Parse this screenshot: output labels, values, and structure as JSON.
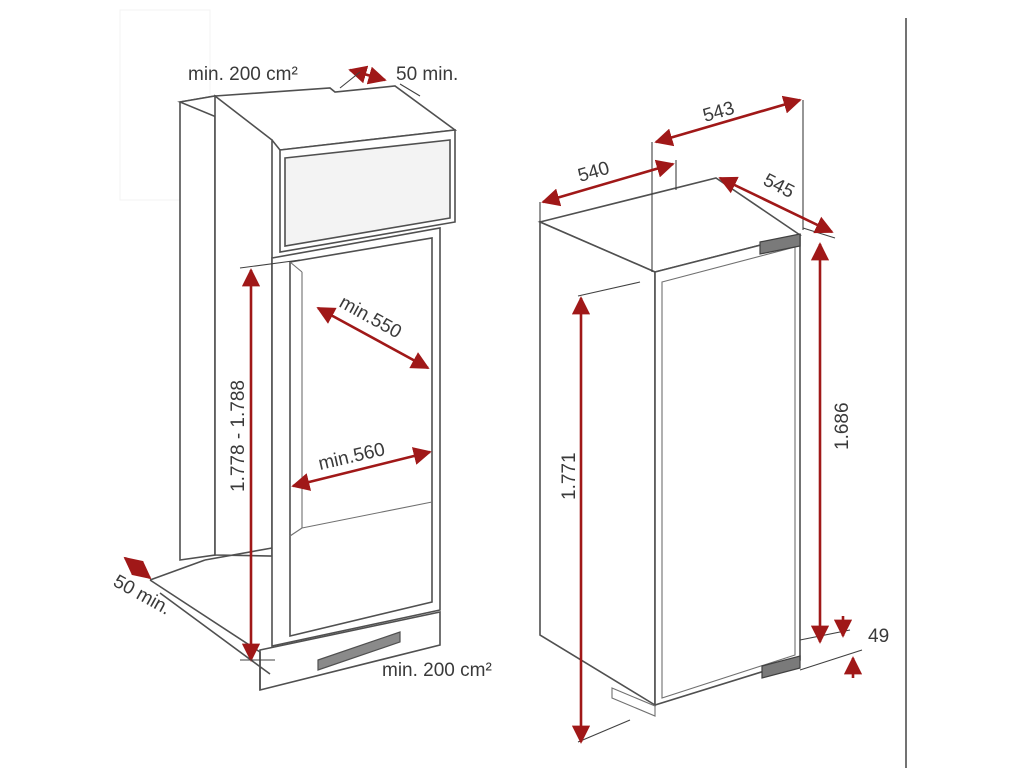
{
  "niche": {
    "vent_top_label": "min. 200 cm²",
    "gap_top_label": "50 min.",
    "height_label": "1.778 - 1.788",
    "depth_label": "min.550",
    "width_label": "min.560",
    "gap_bottom_label": "50 min.",
    "vent_bottom_label": "min. 200 cm²"
  },
  "appliance": {
    "depth_door_label": "543",
    "width_label": "540",
    "depth_label": "545",
    "height_label": "1.771",
    "door_height_label": "1.686",
    "hinge_label": "49"
  },
  "colors": {
    "dimension_arrow": "#a01818",
    "outline": "#505050"
  }
}
